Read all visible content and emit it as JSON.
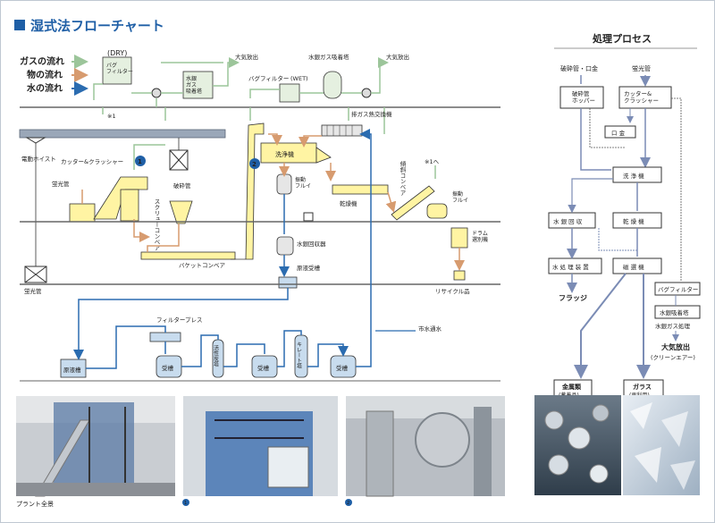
{
  "header": {
    "title": "湿式法フローチャート",
    "process_title": "処理プロセス"
  },
  "legend": {
    "gas": "ガスの流れ",
    "material": "物の流れ",
    "water": "水の流れ"
  },
  "colors": {
    "gas": "#9cc59a",
    "material": "#d79b6f",
    "water": "#2b6cb0",
    "equipment": "#fff4a3",
    "tank": "#c8dcee",
    "rail": "#9aa7b8"
  },
  "plant": {
    "dry": "(DRY)",
    "bag_filter": "バグ\nフィルター",
    "mercury_adsorber": "水銀\nガス\n吸着塔",
    "exhaust_1": "大気放出",
    "bag_filter_wet": "バグフィルター",
    "wet": "(WET)",
    "mercury_gas_adsorber": "水銀ガス吸着塔",
    "exhaust_2": "大気放出",
    "ref_1": "※1",
    "heat_exchanger": "排ガス熱交換機",
    "hoist": "電動ホイスト",
    "cutter_crusher": "カッター&クラッシャー",
    "crushed_tube": "破砕管",
    "fluorescent_tube_left": "蛍光管",
    "screw_conveyor": "スクリューコンベア",
    "bucket_conveyor": "バケットコンベア",
    "washer": "洗浄機",
    "vibrating_sieve": "振動\nフルイ",
    "dryer": "乾燥機",
    "inclined_conveyor": "傾斜コンベア",
    "ref_to_1": "※1へ",
    "vibrating_sieve_2": "振動\nフルイ",
    "drum_sorter": "ドラム\n選別機",
    "mercury_recovery": "水銀回収器",
    "raw_liquid_tank": "原液受槽",
    "recycled": "リサイクル品",
    "fluorescent_tube_bottom": "蛍光管",
    "filter_press": "フィルタープレス",
    "city_water": "市水通水",
    "raw_tank_box": "原液槽",
    "receiving_tank_1": "受槽",
    "activated_carbon_tower": "活性炭塔",
    "receiving_tank_2": "受槽",
    "chelate_tower": "キレート塔",
    "receiving_tank_3": "受槽",
    "marker_1": "1",
    "marker_2": "2"
  },
  "photos": {
    "caption_1": "プラント全景",
    "caption_2": "1",
    "caption_3": "2"
  },
  "process": {
    "input_crushed": "破砕管・口金",
    "input_tube": "蛍光管",
    "crushed_hopper": "破砕管\nホッパー",
    "cutter_crusher": "カッター&\nクラッシャー",
    "cap": "口 金",
    "washer": "洗 浄 機",
    "mercury_recovery": "水 銀 回 収",
    "dryer": "乾 燥 機",
    "water_treatment": "水 処 理 装 置",
    "sorter": "磁 選 機",
    "bag_filter": "バグフィルター",
    "sludge": "フラッジ",
    "mercury_adsorption": "水銀吸着塔",
    "mercury_gas_treatment": "水銀ガス処理",
    "exhaust": "大気放出",
    "clean_air": "(クリーンエアー)",
    "metal": "金属類",
    "metal_sub": "(蓄着品)",
    "glass": "ガラス",
    "glass_sub": "(再利用)"
  }
}
